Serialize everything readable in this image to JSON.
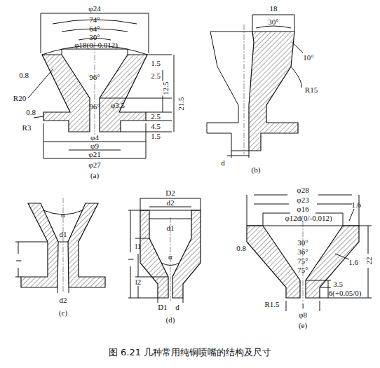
{
  "diagram": {
    "caption": "图 6.21 几种常用纯铜喷嘴的结构及尺寸",
    "labels": [
      "φ24",
      "74°",
      "64°",
      "30°",
      "φ18(0/-0.012)",
      "0.8",
      "R20",
      "96°",
      "96°",
      "φ3.5",
      "1.5",
      "2.5",
      "12.5",
      "21.5",
      "2.5",
      "4.5",
      "1.5",
      "0.8",
      "R3",
      "φ4",
      "φ9",
      "φ21",
      "φ27",
      "(a)",
      "18",
      "30°",
      "10°",
      "R15",
      "d",
      "(b)",
      "α",
      "d1",
      "l",
      "d2",
      "(c)",
      "D2",
      "d2",
      "d1",
      "α",
      "l",
      "l1",
      "l2",
      "D1",
      "d",
      "(d)",
      "φ28",
      "φ23",
      "φ16",
      "φ12d(0/-0.012)",
      "0.8",
      "1.6",
      "1.6",
      "30°",
      "36°",
      "75°",
      "75°",
      "R1.5",
      "3.5",
      "6(+0.05/0)",
      "22",
      "1",
      "φ8",
      "(e)"
    ]
  }
}
